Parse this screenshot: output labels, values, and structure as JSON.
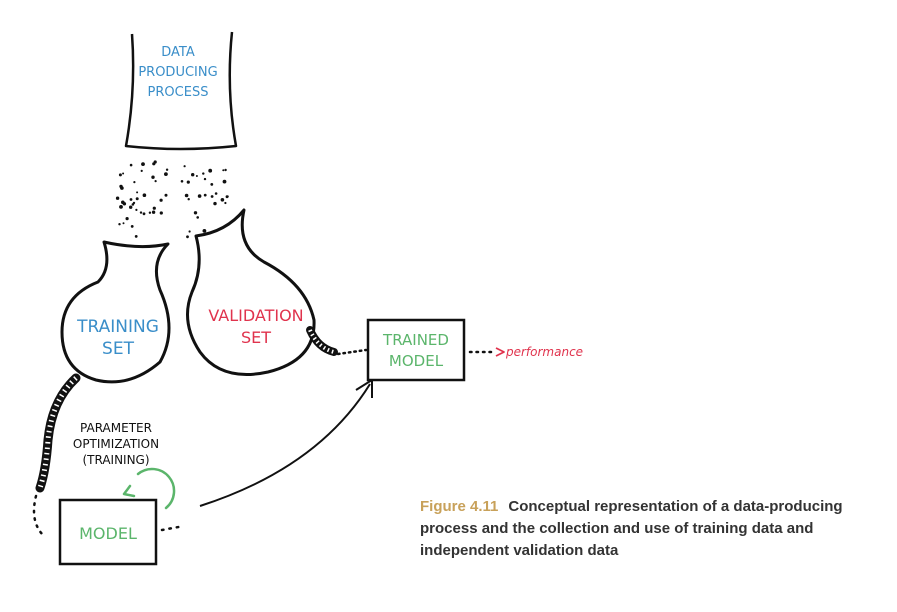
{
  "colors": {
    "ink": "#111111",
    "blue": "#3a8ec9",
    "red": "#e0334d",
    "green": "#5bb56b",
    "caption_accent": "#c8a15a",
    "caption_text": "#333333"
  },
  "source": {
    "lines": [
      "DATA",
      "PRODUCING",
      "PROCESS"
    ]
  },
  "training_set": {
    "lines": [
      "TRAINING",
      "SET"
    ]
  },
  "validation_set": {
    "lines": [
      "VALIDATION",
      "SET"
    ]
  },
  "trained_model": {
    "lines": [
      "TRAINED",
      "MODEL"
    ]
  },
  "model": {
    "label": "MODEL"
  },
  "optimization": {
    "lines": [
      "PARAMETER",
      "OPTIMIZATION",
      "(TRAINING)"
    ]
  },
  "performance": {
    "label": "performance"
  },
  "caption": {
    "number": "Figure 4.11",
    "text": "Conceptual representation of a data-producing process and the collection and use of training data and independent validation data"
  }
}
